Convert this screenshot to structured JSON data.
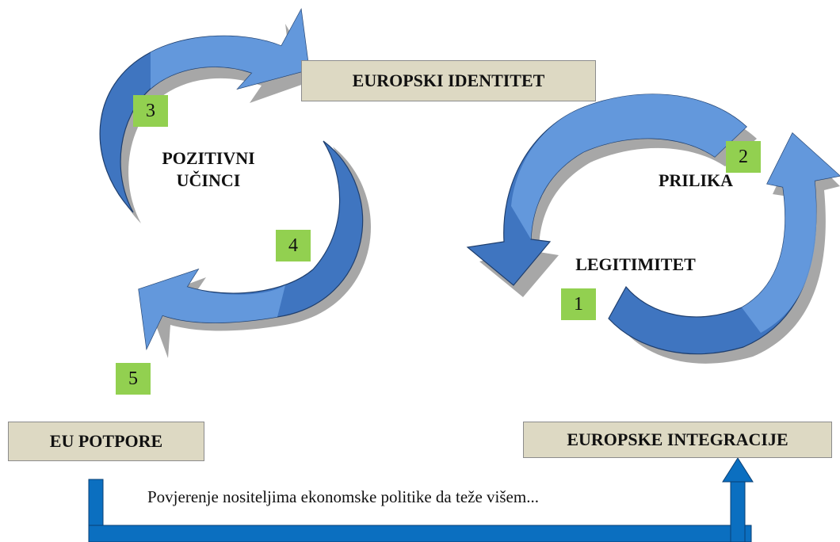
{
  "boxes": {
    "europski_identitet": "EUROPSKI IDENTITET",
    "eu_potpore": "EU POTPORE",
    "europske_integracije": "EUROPSKE INTEGRACIJE"
  },
  "labels": {
    "pozitivni_line1": "POZITIVNI",
    "pozitivni_line2": "UČINCI",
    "prilika": "PRILIKA",
    "legitimitet": "LEGITIMITET"
  },
  "badges": {
    "b1": "1",
    "b2": "2",
    "b3": "3",
    "b4": "4",
    "b5": "5"
  },
  "caption": "Povjerenje nositeljima ekonomske politike da teže višem...",
  "colors": {
    "arrow_light": "#5b8fd6",
    "arrow_dark": "#3565a6",
    "arrow_stroke": "#1f3f6e",
    "shadow": "#8a8a8a",
    "box_fill": "#ddd9c3",
    "badge_fill": "#92d050",
    "bar_fill": "#0b6fc0"
  }
}
